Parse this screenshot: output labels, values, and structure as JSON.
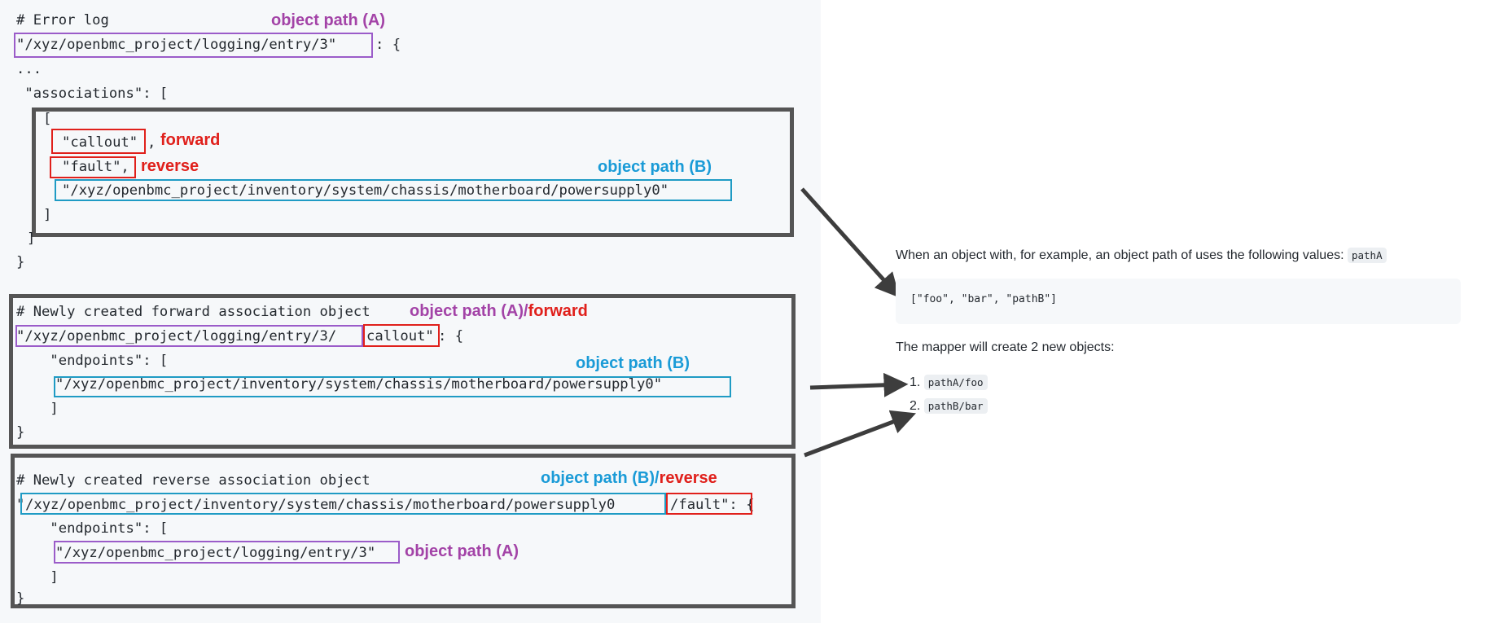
{
  "error_log": {
    "comment": "# Error log",
    "path_line_path": "\"/xyz/openbmc_project/logging/entry/3\"",
    "path_line_tail": ": {",
    "ellipsis": "...",
    "associations_line": " \"associations\": [",
    "inner_open": "[",
    "callout": "\"callout\"",
    "callout_comma": ",",
    "fault": "\"fault\",",
    "target_path": "\"/xyz/openbmc_project/inventory/system/chassis/motherboard/powersupply0\"",
    "inner_close": "]",
    "outer_close": "]",
    "brace_close": "}",
    "label_object_path_a": "object path (A)",
    "label_forward": "forward",
    "label_reverse": "reverse",
    "label_object_path_b": "object path (B)"
  },
  "forward_object": {
    "comment": "# Newly created forward association object",
    "path_prefix": "\"/xyz/openbmc_project/logging/entry/3/",
    "path_callout": "callout\"",
    "path_tail": ": {",
    "endpoints_line": "    \"endpoints\": [",
    "endpoint_path": "\"/xyz/openbmc_project/inventory/system/chassis/motherboard/powersupply0\"",
    "endpoints_close": "    ]",
    "brace_close": "}",
    "label_path_a": "object path (A)",
    "label_slash": "/",
    "label_forward": "forward",
    "label_object_path_b": "object path (B)"
  },
  "reverse_object": {
    "comment": "# Newly created reverse association object",
    "path_quote": "\"",
    "path_main": "/xyz/openbmc_project/inventory/system/chassis/motherboard/powersupply0",
    "path_fault": "/fault\": {",
    "endpoints_line": "    \"endpoints\": [",
    "endpoint_path": "\"/xyz/openbmc_project/logging/entry/3\"",
    "endpoints_close": "    ]",
    "brace_close": "}",
    "label_path_b": "object path (B)",
    "label_slash": "/",
    "label_reverse": "reverse",
    "label_object_path_a": "object path (A)"
  },
  "doc": {
    "intro": "When an object with, for example, an object path of uses the following values: ",
    "intro_code": "pathA",
    "code_block": "[\"foo\", \"bar\", \"pathB\"]",
    "mapper_text": "The mapper will create 2 new objects:",
    "list": [
      {
        "num": "1.",
        "code": "pathA/foo"
      },
      {
        "num": "2.",
        "code": "pathB/bar"
      }
    ]
  }
}
